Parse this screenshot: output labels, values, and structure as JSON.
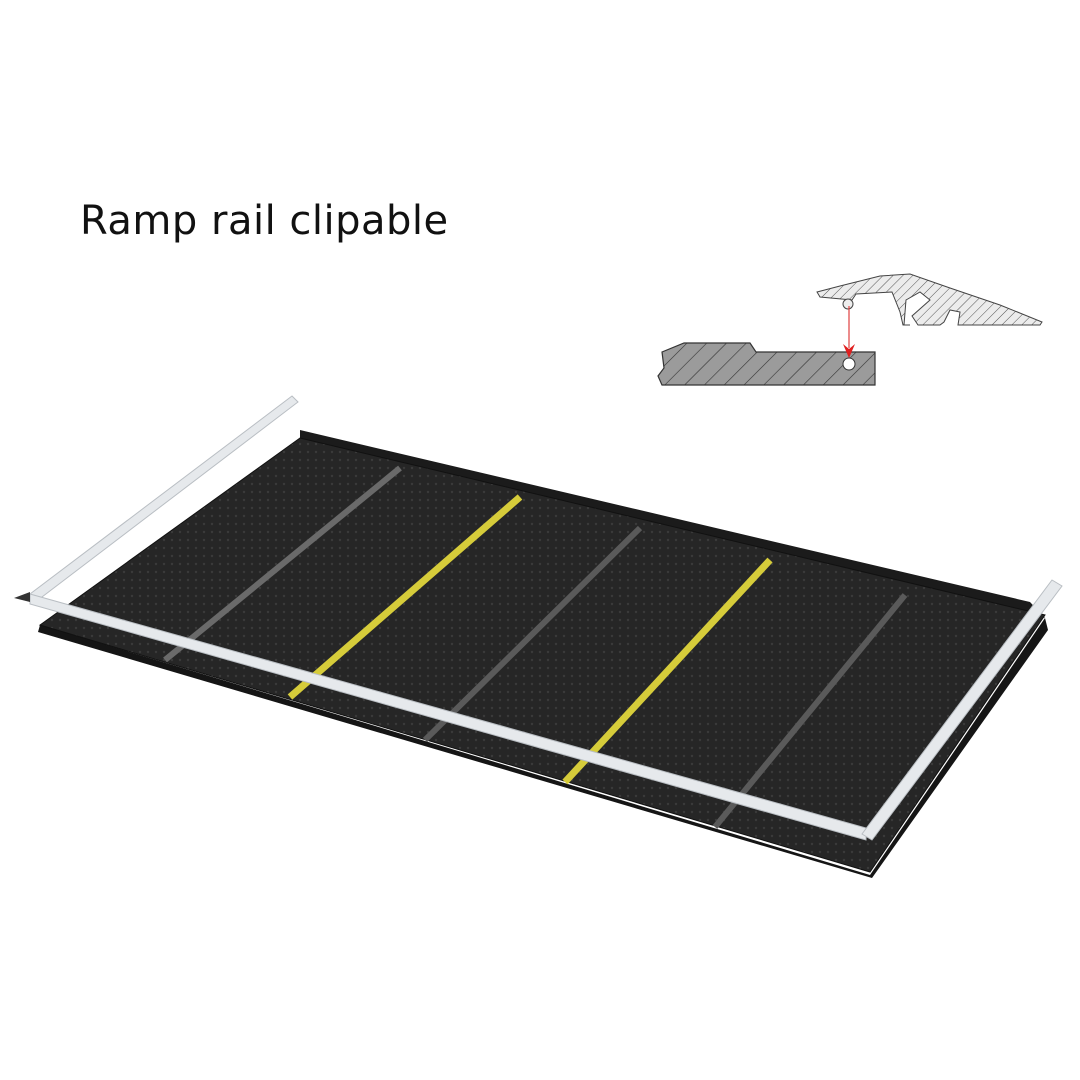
{
  "title": "Ramp rail clipable",
  "colors": {
    "mat": "#232323",
    "mat_edge": "#111111",
    "stripe_gray": "#6a6a6a",
    "stripe_yellow": "#d6cc3a",
    "rail": "#e6e9ec",
    "section_fill": "#9a9a9a",
    "arrow": "#e02020"
  },
  "icons": [
    "mat-illustration",
    "rail-cross-section-diagram"
  ]
}
